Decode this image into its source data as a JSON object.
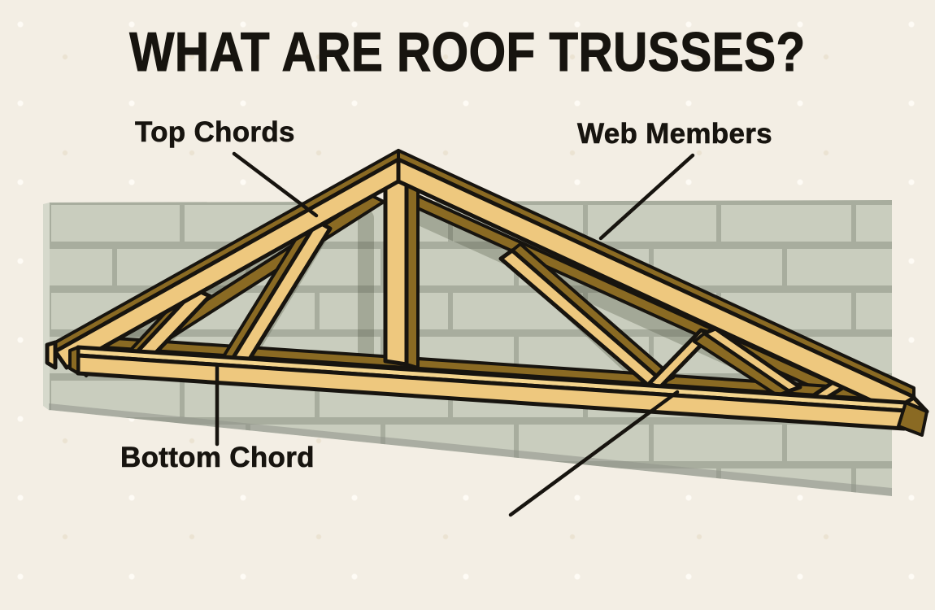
{
  "title": "WHAT ARE ROOF TRUSSES?",
  "labels": {
    "top_chords": "Top Chords",
    "web_members": "Web Members",
    "bottom_chord": "Bottom Chord"
  },
  "colors": {
    "background": "#f3eee4",
    "text": "#17140f",
    "wall_block": "#c9cdbe",
    "wall_mortar": "#a8ad9e",
    "wall_edge_light": "#d6d9cc",
    "wood_light": "#eec87e",
    "wood_top": "#f3d48d",
    "wood_dark": "#8a6a23",
    "outline": "#17140f"
  }
}
